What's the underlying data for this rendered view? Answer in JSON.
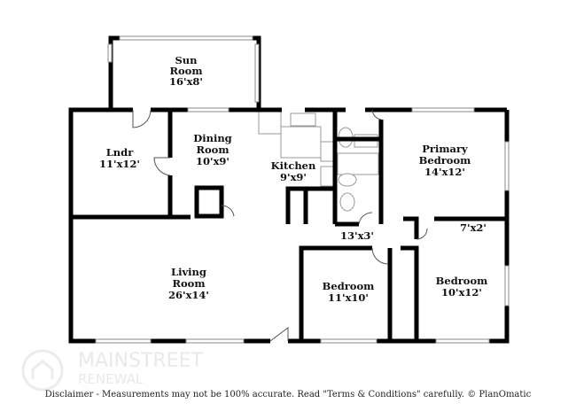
{
  "rooms": {
    "sun_room": {
      "name_1": "Sun",
      "name_2": "Room",
      "size": "16'x8'"
    },
    "laundry": {
      "name": "Lndr",
      "size": "11'x12'"
    },
    "dining_room": {
      "name_1": "Dining",
      "name_2": "Room",
      "size": "10'x9'"
    },
    "kitchen": {
      "name": "Kitchen",
      "size": "9'x9'"
    },
    "primary_bedroom": {
      "name_1": "Primary",
      "name_2": "Bedroom",
      "size": "14'x12'"
    },
    "closet": {
      "size": "7'x2'"
    },
    "hall": {
      "size": "13'x3'"
    },
    "living_room": {
      "name_1": "Living",
      "name_2": "Room",
      "size": "26'x14'"
    },
    "bedroom_1": {
      "name": "Bedroom",
      "size": "11'x10'"
    },
    "bedroom_2": {
      "name": "Bedroom",
      "size": "10'x12'"
    }
  },
  "watermark": {
    "line_1": "MAINSTREET",
    "line_2": "RENEWAL"
  },
  "disclaimer": "Disclaimer - Measurements may not be 100% accurate. Read \"Terms & Conditions\" carefully. © PlanOmatic"
}
